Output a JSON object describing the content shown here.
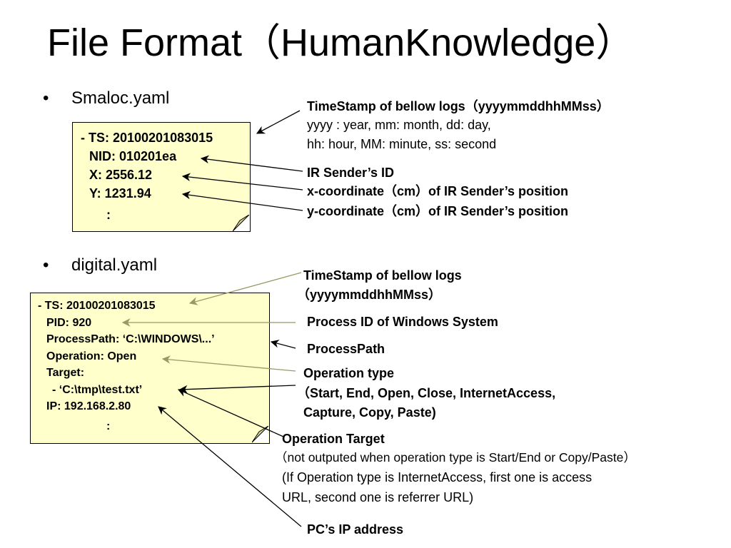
{
  "slide": {
    "title": "File Format（HumanKnowledge）"
  },
  "section1": {
    "bullet": "•",
    "label": "Smaloc.yaml",
    "code": [
      "- TS: 20100201083015",
      "  NID: 010201ea",
      "  X: 2556.12",
      "  Y: 1231.94",
      ":"
    ],
    "annotations": {
      "timestamp_title": "TimeStamp of bellow logs（yyyymmddhhMMss）",
      "timestamp_line2": "yyyy : year, mm: month, dd: day,",
      "timestamp_line3": "hh: hour, MM: minute, ss: second",
      "nid": "IR Sender’s ID",
      "x": "x-coordinate（cm）of IR Sender’s position",
      "y": "y-coordinate（cm）of IR Sender’s position"
    }
  },
  "section2": {
    "bullet": "•",
    "label": "digital.yaml",
    "code": [
      "- TS: 20100201083015",
      "  PID: 920",
      "  ProcessPath: ‘C:\\WINDOWS\\...’",
      "  Operation: Open",
      "  Target:",
      "    - ‘C:\\tmp\\test.txt’",
      "  IP: 192.168.2.80",
      ":"
    ],
    "annotations": {
      "timestamp_line1": "TimeStamp of bellow logs",
      "timestamp_line2": "（yyyymmddhhMMss）",
      "pid": "Process ID of Windows System",
      "process_path": "ProcessPath",
      "operation_line1": "Operation type",
      "operation_line2": "（Start, End, Open, Close, InternetAccess,",
      "operation_line3": "  Capture, Copy, Paste)",
      "target_line1": "Operation Target",
      "target_line2": "（not outputed when operation type is Start/End or Copy/Paste）",
      "target_line3": "(If Operation type is InternetAccess, first one is access",
      "target_line4": " URL, second one is referrer URL)",
      "ip": "PC’s IP address"
    }
  },
  "colors": {
    "note_fill": "#ffffcc",
    "arrow_black": "#000000",
    "arrow_olive": "#999966"
  }
}
